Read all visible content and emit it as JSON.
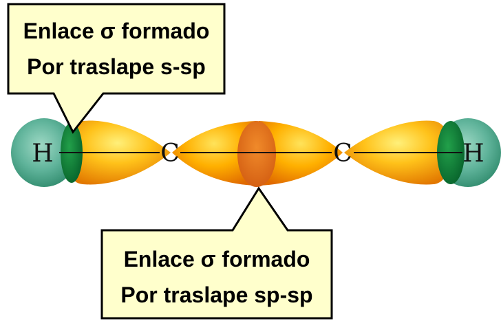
{
  "callouts": {
    "top": {
      "line1": "Enlace σ formado",
      "line2": "Por traslape s-sp"
    },
    "bottom": {
      "line1": "Enlace σ formado",
      "line2": "Por traslape sp-sp"
    }
  },
  "atoms": {
    "hydrogen_left": "H",
    "carbon_left": "C",
    "carbon_right": "C",
    "hydrogen_right": "H"
  },
  "colors": {
    "callout_fill": "#ffffcc",
    "callout_border": "#000000",
    "hydrogen_orbital": "#4fa88e",
    "sp_orbital": "#f3a300",
    "overlap_dark": "#0b7a35",
    "overlap_orange": "#e0670f"
  }
}
